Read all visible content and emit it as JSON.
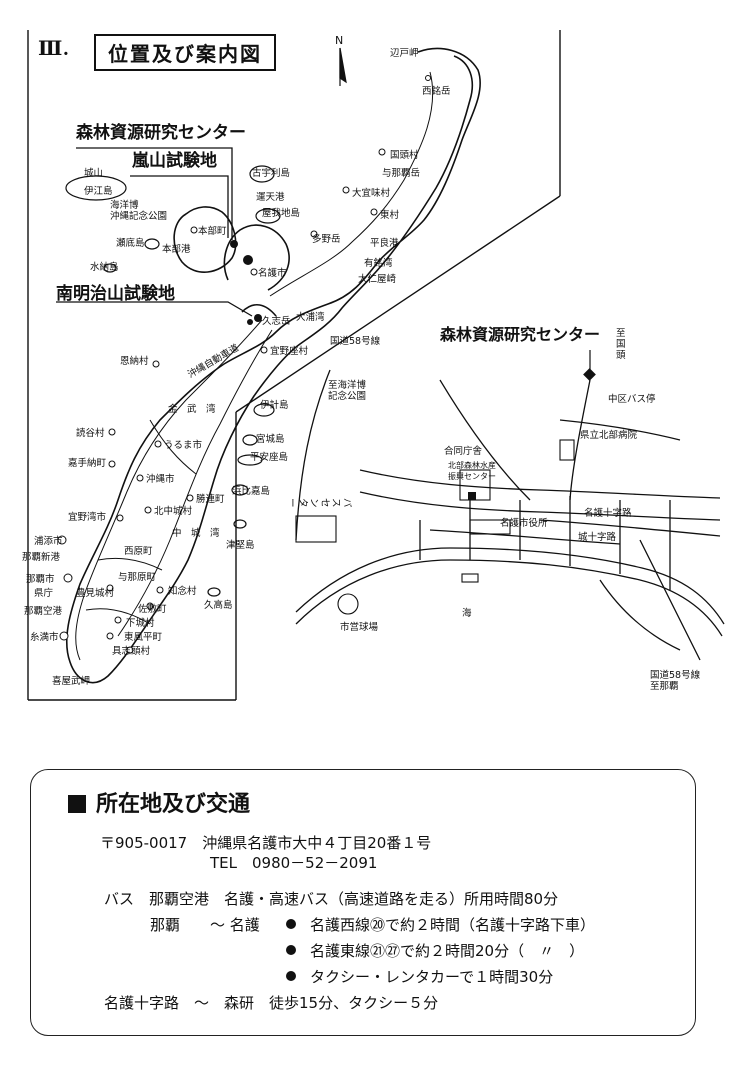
{
  "header": {
    "section_number": "Ⅲ.",
    "section_title": "位置及び案内図"
  },
  "map_main": {
    "north": "N",
    "callouts": {
      "center": "森林資源研究センター",
      "arashiyama": "嵐山試験地",
      "minami_meiji": "南明治山試験地"
    },
    "places": {
      "hedo": "辺戸岬",
      "nishimine": "西銘岳",
      "kunigami": "国頭村",
      "yonaha": "与那覇岳",
      "ogimi": "大宜味村",
      "higashi": "東村",
      "tano": "多野岳",
      "taira": "平良港",
      "arume": "有銘湾",
      "onisaku": "大仁屋崎",
      "kouri": "古宇利島",
      "unten": "運天港",
      "yagaji": "屋我地島",
      "ie": "伊江島",
      "shiroyama": "城山",
      "kaiyohaku": "海洋博\n沖縄記念公園",
      "motobu_cho": "本部町",
      "sesoko": "瀬底島",
      "motobu_port": "本部港",
      "minna": "水納島",
      "nago": "名護市",
      "kyoda": "久志岳",
      "oura": "大浦湾",
      "ginoza": "宜野座村",
      "expressway": "沖縄自動車道",
      "onna": "恩納村",
      "kin_bay": "金　武　湾",
      "ikei": "伊計島",
      "miyagi": "宮城島",
      "henza": "平安座島",
      "hamahiga": "浜比嘉島",
      "yomitan": "読谷村",
      "kadena": "嘉手納町",
      "uruma": "うるま市",
      "okinawa_city": "沖縄市",
      "katsuren": "勝連町",
      "ginowan": "宜野湾市",
      "kitanakagusuku": "北中城村",
      "nakagusuku_bay": "中　城　湾",
      "tsuken": "津堅島",
      "urasoe": "浦添市",
      "nishihara": "西原町",
      "naha_shinko": "那覇新港",
      "naha_city": "那覇市",
      "yonabaru": "与那原町",
      "kencho": "県庁",
      "tomigusuku": "豊見城村",
      "chinen": "知念村",
      "naha_airport": "那覇空港",
      "sashiki": "佐敷町",
      "kudaka": "久高島",
      "shimotomigusuku": "下城村",
      "kochinda": "東風平町",
      "itoman": "糸満市",
      "gushikami": "具志頭村",
      "kyan": "喜屋武岬"
    }
  },
  "map_inset": {
    "center_label": "森林資源研究センター",
    "route58": "国道58号線",
    "to_kunigami": "至\n国\n頭",
    "bus_stop": "中区バス停",
    "to_expo": "至海洋博\n記念公園",
    "hospital": "県立北部病院",
    "gov_office": "合同庁舎",
    "forest_center": "北部森林水産\n振興センター",
    "bus_center": "バ\nス\nセ\nン\nタ\nー",
    "city_hall": "名護市役所",
    "crossing1": "名護十字路",
    "crossing2": "城十字路",
    "stadium": "市営球場",
    "sea": "海",
    "to_naha": "国道58号線\n至那覇"
  },
  "access": {
    "title": "所在地及び交通",
    "address": "〒905-0017　沖縄県名護市大中４丁目20番１号",
    "tel": "TEL　0980－52－2091",
    "bus_line": "バス　那覇空港　名護・高速バス（高速道路を走る）所用時間80分",
    "route_from": "那覇　　～ 名護",
    "route1": "名護西線⑳で約２時間（名護十字路下車）",
    "route2": "名護東線㉑㉗で約２時間20分（　〃　）",
    "route3": "タクシー・レンタカーで１時間30分",
    "walk_line": "名護十字路　～　森研　徒歩15分、タクシー５分"
  }
}
